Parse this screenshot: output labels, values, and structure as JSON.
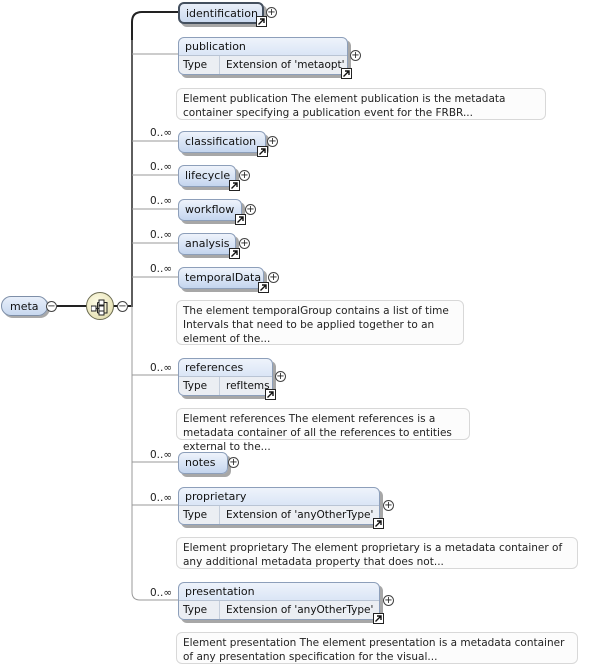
{
  "root": {
    "label": "meta"
  },
  "elements": [
    {
      "key": "identification",
      "label": "identification",
      "multiplicity": "",
      "type": "",
      "annotation": ""
    },
    {
      "key": "publication",
      "label": "publication",
      "multiplicity": "",
      "type_label": "Type",
      "type": "Extension of 'metaopt'",
      "annotation": "Element publication The element publication is the metadata container specifying a publication event for the FRBR..."
    },
    {
      "key": "classification",
      "label": "classification",
      "multiplicity": "0..∞",
      "type": "",
      "annotation": ""
    },
    {
      "key": "lifecycle",
      "label": "lifecycle",
      "multiplicity": "0..∞",
      "type": "",
      "annotation": ""
    },
    {
      "key": "workflow",
      "label": "workflow",
      "multiplicity": "0..∞",
      "type": "",
      "annotation": ""
    },
    {
      "key": "analysis",
      "label": "analysis",
      "multiplicity": "0..∞",
      "type": "",
      "annotation": ""
    },
    {
      "key": "temporalData",
      "label": "temporalData",
      "multiplicity": "0..∞",
      "type": "",
      "annotation": "The element temporalGroup contains a list of time Intervals that need to be applied together to an element of the..."
    },
    {
      "key": "references",
      "label": "references",
      "multiplicity": "0..∞",
      "type_label": "Type",
      "type": "refItems",
      "annotation": "Element references The element references is a metadata container of all the references to entities external to the..."
    },
    {
      "key": "notes",
      "label": "notes",
      "multiplicity": "0..∞",
      "type": "",
      "annotation": ""
    },
    {
      "key": "proprietary",
      "label": "proprietary",
      "multiplicity": "0..∞",
      "type_label": "Type",
      "type": "Extension of 'anyOtherType'",
      "annotation": "Element proprietary The element proprietary is a metadata container of any additional metadata property that does not..."
    },
    {
      "key": "presentation",
      "label": "presentation",
      "multiplicity": "0..∞",
      "type_label": "Type",
      "type": "Extension of 'anyOtherType'",
      "annotation": "Element presentation The element presentation is a metadata container of any presentation specification for the visual..."
    }
  ],
  "icons": {
    "expand": "plus-icon",
    "collapse": "minus-icon",
    "reference": "reference-arrow-icon",
    "sequence": "sequence-compositor-icon"
  }
}
